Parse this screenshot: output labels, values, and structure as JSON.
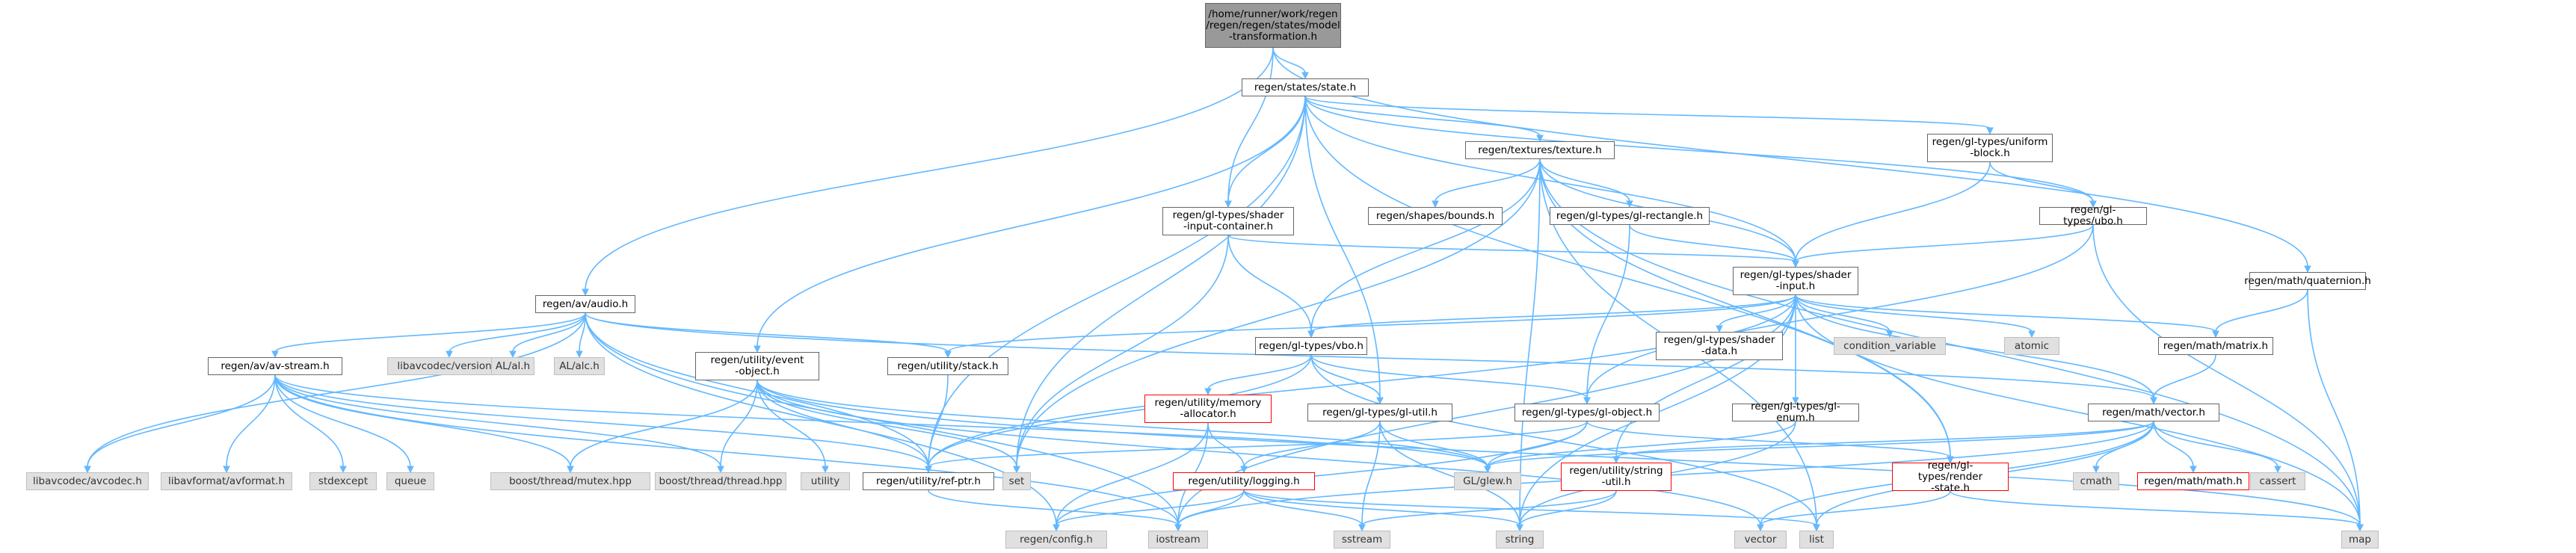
{
  "colors": {
    "edge": "#63b8ff",
    "node_border": "#666666",
    "system_fill": "#e0e0e0",
    "root_fill": "#999999",
    "truncated_border": "#ff0000"
  },
  "nodes": {
    "root": "/home/runner/work/regen\n/regen/regen/states/model\n-transformation.h",
    "state": "regen/states/state.h",
    "audio": "regen/av/audio.h",
    "quaternion": "regen/math/quaternion.h",
    "texture": "regen/textures/texture.h",
    "uniform_block": "regen/gl-types/uniform\n-block.h",
    "shader_input_container": "regen/gl-types/shader\n-input-container.h",
    "shapes_bounds": "regen/shapes/bounds.h",
    "gl_rectangle": "regen/gl-types/gl-rectangle.h",
    "ubo": "regen/gl-types/ubo.h",
    "shader_input": "regen/gl-types/shader\n-input.h",
    "av_stream": "regen/av/av-stream.h",
    "libavcodec_version": "libavcodec/version.h",
    "al_al": "AL/al.h",
    "al_alc": "AL/alc.h",
    "event_object": "regen/utility/event\n-object.h",
    "stack": "regen/utility/stack.h",
    "vbo": "regen/gl-types/vbo.h",
    "shader_data": "regen/gl-types/shader\n-data.h",
    "condition_variable": "condition_variable",
    "atomic": "atomic",
    "matrix": "regen/math/matrix.h",
    "vector": "regen/math/vector.h",
    "memory_allocator": "regen/utility/memory\n-allocator.h",
    "gl_util": "regen/gl-types/gl-util.h",
    "gl_object": "regen/gl-types/gl-object.h",
    "gl_enum": "regen/gl-types/gl-enum.h",
    "libavcodec_avcodec": "libavcodec/avcodec.h",
    "libavformat": "libavformat/avformat.h",
    "stdexcept": "stdexcept",
    "queue": "queue",
    "boost_mutex": "boost/thread/mutex.hpp",
    "boost_thread": "boost/thread/thread.hpp",
    "utility": "utility",
    "ref_ptr": "regen/utility/ref-ptr.h",
    "set": "set",
    "logging": "regen/utility/logging.h",
    "glew": "GL/glew.h",
    "string_util": "regen/utility/string\n-util.h",
    "render_state": "regen/gl-types/render\n-state.h",
    "cmath": "cmath",
    "math_math": "regen/math/math.h",
    "cassert": "cassert",
    "config": "regen/config.h",
    "iostream": "iostream",
    "sstream": "sstream",
    "string": "string",
    "std_vector": "vector",
    "list": "list",
    "map": "map"
  }
}
